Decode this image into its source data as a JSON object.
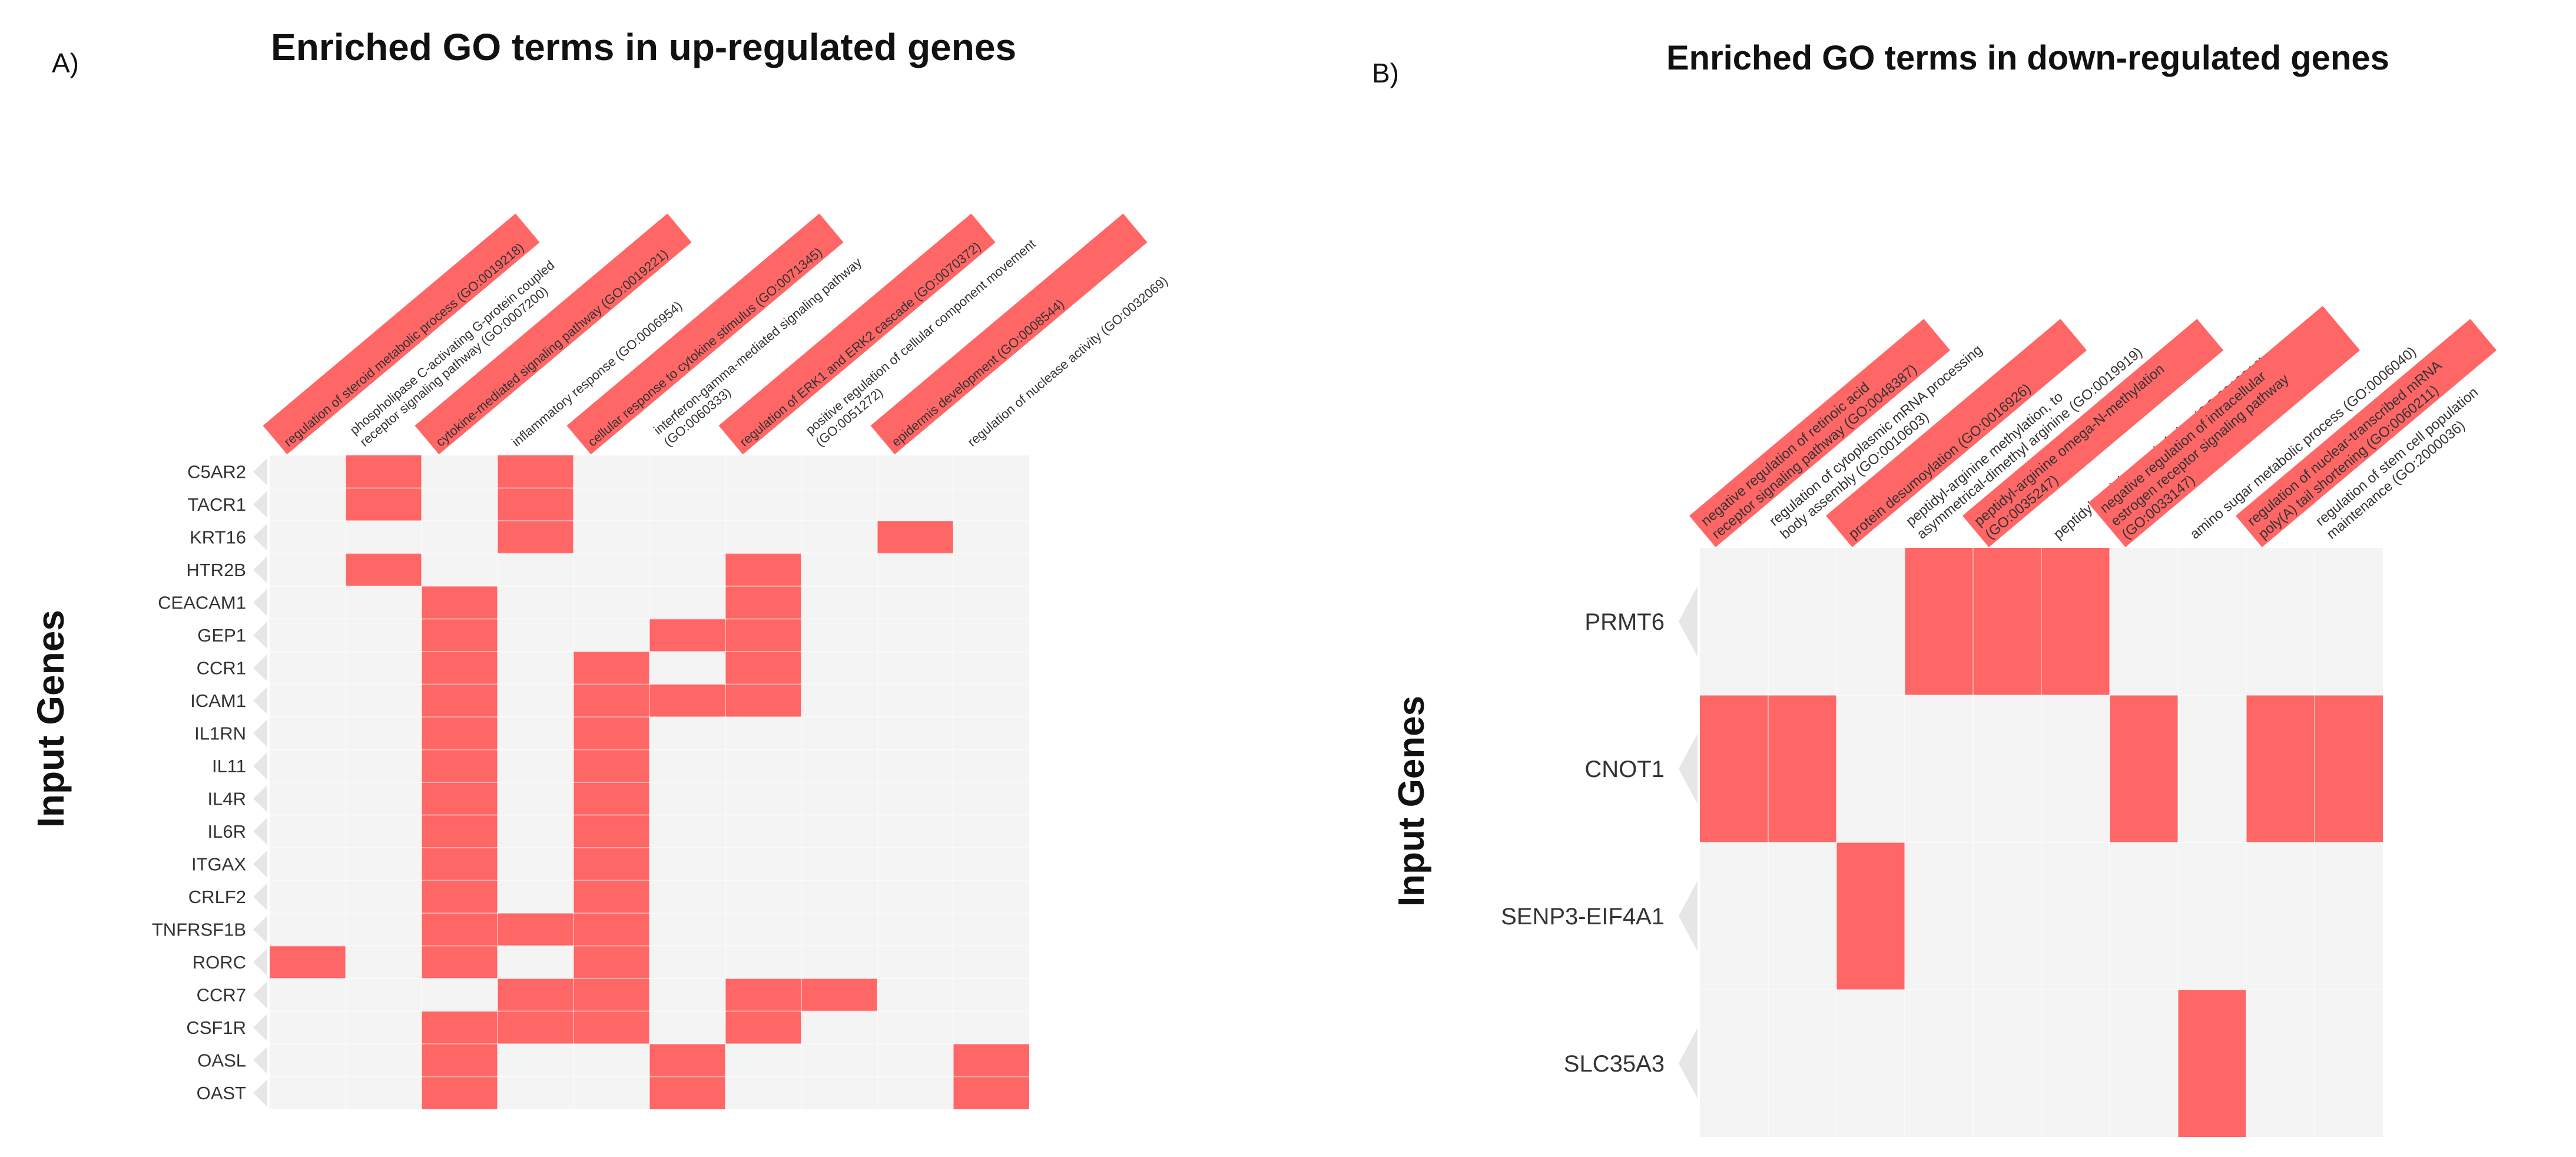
{
  "chart_data": [
    {
      "type": "heatmap",
      "panel_label": "A)",
      "title": "Enriched GO terms in  up-regulated genes",
      "ylabel": "Input Genes",
      "xlabel": "",
      "cell_color": "#ff6666",
      "background_color": "#f4f4f4",
      "highlighted_terms": [
        0,
        2,
        4,
        6,
        8
      ],
      "terms": [
        "regulation of steroid metabolic process (GO:0019218)",
        "phospholipase C-activating G-protein coupled receptor signaling pathway (GO:0007200)",
        "cytokine-mediated signaling pathway (GO:0019221)",
        "inflammatory response (GO:0006954)",
        "cellular response to cytokine stimulus (GO:0071345)",
        "interferon-gamma-mediated signaling pathway (GO:0060333)",
        "regulation of ERK1 and ERK2 cascade (GO:0070372)",
        "positive regulation of cellular component movement (GO:0051272)",
        "epidermis development (GO:0008544)",
        "regulation of nuclease activity (GO:0032069)"
      ],
      "genes": [
        "C5AR2",
        "TACR1",
        "KRT16",
        "HTR2B",
        "CEACAM1",
        "GEP1",
        "CCR1",
        "ICAM1",
        "IL1RN",
        "IL11",
        "IL4R",
        "IL6R",
        "ITGAX",
        "CRLF2",
        "TNFRSF1B",
        "RORC",
        "CCR7",
        "CSF1R",
        "OASL",
        "OAST"
      ],
      "cells": [
        {
          "gene": "C5AR2",
          "terms": [
            1,
            3
          ]
        },
        {
          "gene": "TACR1",
          "terms": [
            1,
            3
          ]
        },
        {
          "gene": "KRT16",
          "terms": [
            3,
            8
          ]
        },
        {
          "gene": "HTR2B",
          "terms": [
            1,
            6
          ]
        },
        {
          "gene": "CEACAM1",
          "terms": [
            2,
            6
          ]
        },
        {
          "gene": "GEP1",
          "terms": [
            2,
            5,
            6
          ]
        },
        {
          "gene": "CCR1",
          "terms": [
            2,
            4,
            6
          ]
        },
        {
          "gene": "ICAM1",
          "terms": [
            2,
            4,
            5,
            6
          ]
        },
        {
          "gene": "IL1RN",
          "terms": [
            2,
            4
          ]
        },
        {
          "gene": "IL11",
          "terms": [
            2,
            4
          ]
        },
        {
          "gene": "IL4R",
          "terms": [
            2,
            4
          ]
        },
        {
          "gene": "IL6R",
          "terms": [
            2,
            4
          ]
        },
        {
          "gene": "ITGAX",
          "terms": [
            2,
            4
          ]
        },
        {
          "gene": "CRLF2",
          "terms": [
            2,
            4
          ]
        },
        {
          "gene": "TNFRSF1B",
          "terms": [
            2,
            3,
            4
          ]
        },
        {
          "gene": "RORC",
          "terms": [
            0,
            2,
            4
          ]
        },
        {
          "gene": "CCR7",
          "terms": [
            3,
            4,
            6,
            7
          ]
        },
        {
          "gene": "CSF1R",
          "terms": [
            2,
            3,
            4,
            6
          ]
        },
        {
          "gene": "OASL",
          "terms": [
            2,
            5,
            9
          ]
        },
        {
          "gene": "OAST",
          "terms": [
            2,
            5,
            9
          ]
        }
      ]
    },
    {
      "type": "heatmap",
      "panel_label": "B)",
      "title": "Enriched GO terms in  down-regulated genes",
      "ylabel": "Input Genes",
      "xlabel": "",
      "cell_color": "#ff6666",
      "background_color": "#f4f4f4",
      "highlighted_terms": [
        0,
        2,
        4,
        6,
        8
      ],
      "terms": [
        "negative regulation of retinoic acid receptor signaling pathway (GO:0048387)",
        "regulation of cytoplasmic mRNA processing body assembly (GO:0010603)",
        "protein desumoylation (GO:0016926)",
        "peptidyl-arginine methylation, to asymmetrical-dimethyl arginine (GO:0019919)",
        "peptidyl-arginine omega-N-methylation (GO:0035247)",
        "peptidyl-arginine methylation (GO:0018216)",
        "negative regulation of intracellular estrogen receptor signaling pathway (GO:0033147)",
        "amino sugar metabolic process (GO:0006040)",
        "regulation of nuclear-transcribed mRNA poly(A) tail shortening (GO:0060211)",
        "regulation of stem cell population maintenance (GO:2000036)"
      ],
      "genes": [
        "PRMT6",
        "CNOT1",
        "SENP3-EIF4A1",
        "SLC35A3"
      ],
      "cells": [
        {
          "gene": "PRMT6",
          "terms": [
            3,
            4,
            5
          ]
        },
        {
          "gene": "CNOT1",
          "terms": [
            0,
            1,
            6,
            8,
            9
          ]
        },
        {
          "gene": "SENP3-EIF4A1",
          "terms": [
            2
          ]
        },
        {
          "gene": "SLC35A3",
          "terms": [
            7
          ]
        }
      ]
    }
  ]
}
